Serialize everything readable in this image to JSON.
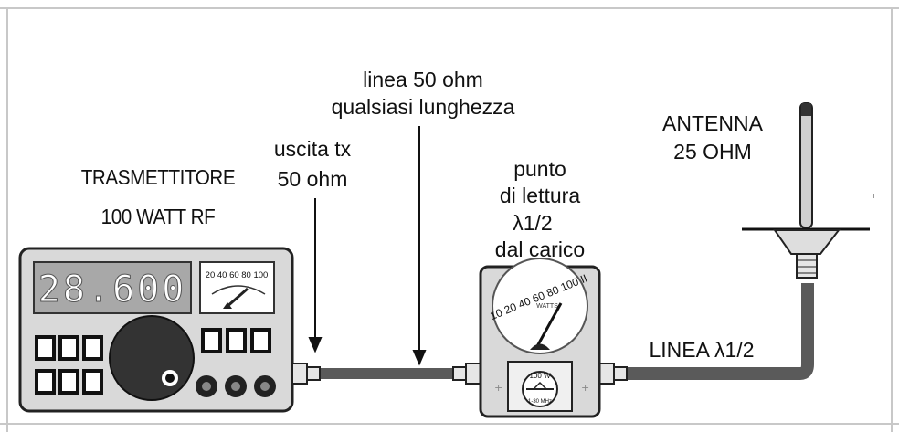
{
  "transmitter": {
    "title_line1": "TRASMETTITORE",
    "title_line2": "100 WATT RF",
    "display": "28.600",
    "meter_scale": "20 40 60 80 100"
  },
  "labels": {
    "tx_output_line1": "uscita tx",
    "tx_output_line2": "50 ohm",
    "line50_line1": "linea 50 ohm",
    "line50_line2": "qualsiasi lunghezza",
    "reading_line1": "punto",
    "reading_line2": "di lettura",
    "reading_line3": "λ1/2",
    "reading_line4": "dal carico",
    "antenna_line1": "ANTENNA",
    "antenna_line2": "25 OHM",
    "half_wave_line": "LINEA λ1/2"
  },
  "wattmeter": {
    "scale": "10 20 40 60 80 100 II",
    "unit": "WATTS",
    "range_line1": "100 W",
    "range_line2": "1-30 MHz"
  },
  "colors": {
    "panel": "#d9d9d9",
    "display": "#a8a8a8",
    "cable": "#5a5a5a",
    "outline": "#222222"
  }
}
